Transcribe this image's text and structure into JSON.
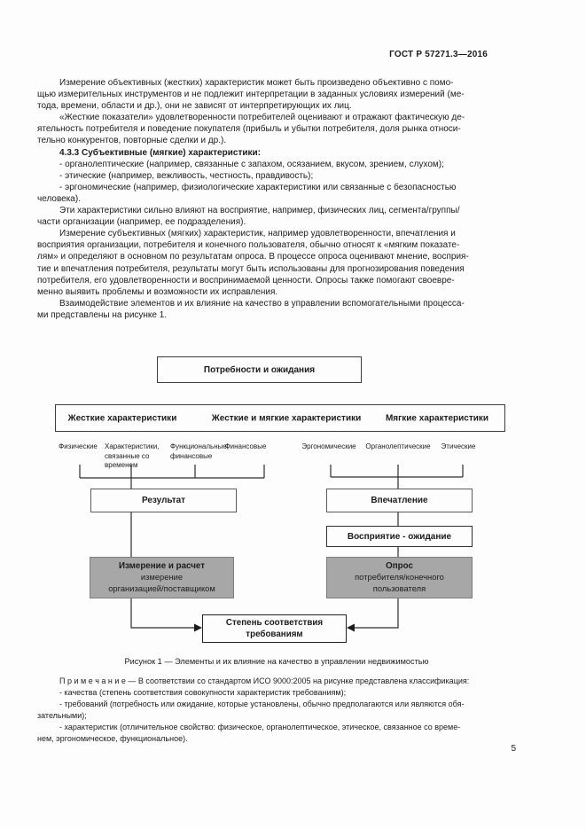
{
  "page": {
    "header": "ГОСТ Р 57271.3—2016",
    "page_number": "5"
  },
  "body": {
    "paragraphs": [
      {
        "style": "body",
        "text": "Измерение объективных (жестких) характеристик может быть произведено объективно с помо-\nщью измерительных инструментов и не подлежит интерпретации в заданных условиях измерений (ме-\nтода, времени, области и др.), они не зависят от интерпретирующих их лиц."
      },
      {
        "style": "body",
        "text": "«Жесткие показатели» удовлетворенности потребителей оценивают и отражают фактическую де-\nятельность потребителя и поведение покупателя (прибыль и убытки потребителя, доля рынка относи-\nтельно конкурентов, повторные сделки и др.)."
      },
      {
        "style": "heading",
        "text": "4.3.3 Субъективные (мягкие) характеристики:"
      },
      {
        "style": "body",
        "text": "- органолептические (например, связанные с запахом, осязанием, вкусом, зрением, слухом);"
      },
      {
        "style": "body",
        "text": "- этические (например, вежливость, честность, правдивость);"
      },
      {
        "style": "body",
        "text": "- эргономические (например, физиологические характеристики или связанные с безопасностью\nчеловека)."
      },
      {
        "style": "body",
        "text": "Эти характеристики сильно влияют на восприятие, например, физических лиц, сегмента/группы/\nчасти организации (например, ее подразделения)."
      },
      {
        "style": "body",
        "text": "Измерение субъективных (мягких) характеристик, например удовлетворенности, впечатления и\nвосприятия организации, потребителя и конечного пользователя, обычно относят к «мягким показате-\nлям» и определяют в основном по результатам опроса. В процессе опроса оценивают мнение, восприя-\nтие и впечатления потребителя, результаты могут быть использованы для прогнозирования поведения\nпотребителя, его удовлетворенности и воспринимаемой ценности. Опросы также помогают своевре-\nменно выявить проблемы и возможности их исправления."
      },
      {
        "style": "body",
        "text": "Взаимодействие элементов и их влияние на качество в управлении вспомогательными процесса-\nми представлены на рисунке 1."
      }
    ]
  },
  "diagram": {
    "needs_box": "Потребности и ожидания",
    "category_labels": [
      "Жесткие характеристики",
      "Жесткие и мягкие характеристики",
      "Мягкие характеристики"
    ],
    "column_labels": [
      "Физические",
      "Характеристики,\nсвязанные со\nвременем",
      "Функциональные,\nфинансовые",
      "Финансовые",
      "Эргономические",
      "Органолептические",
      "Этические"
    ],
    "result_box": "Результат",
    "impression_box": "Впечатление",
    "perception_box": "Восприятие - ожидание",
    "measurement_box": {
      "title": "Измерение и расчет",
      "subtitle": "измерение\nорганизацией/поставщиком"
    },
    "survey_box": {
      "title": "Опрос",
      "subtitle": "потребителя/конечного\nпользователя"
    },
    "conformity_box": "Степень соответствия\nтребованиям",
    "caption": "Рисунок 1 — Элементы и их влияние на качество в управлении недвижимостью"
  },
  "note": {
    "paragraphs": [
      "П р и м е ч а н и е  — В соответствии со стандартом ИСО 9000:2005 на рисунке представлена классификация:",
      "- качества (степень соответствия совокупности характеристик требованиям);",
      "- требований (потребность или ожидание, которые установлены, обычно предполагаются или являются обя-\nзательными);",
      "- характеристик (отличительное свойство: физическое, органолептическое, этическое, связанное со време-\nнем, эргономическое, функциональное)."
    ]
  },
  "colors": {
    "box_gray": "#a7a7a7",
    "line": "#2e2e2e",
    "text": "#1c1c1c",
    "page_bg": "#fdfdfd"
  }
}
